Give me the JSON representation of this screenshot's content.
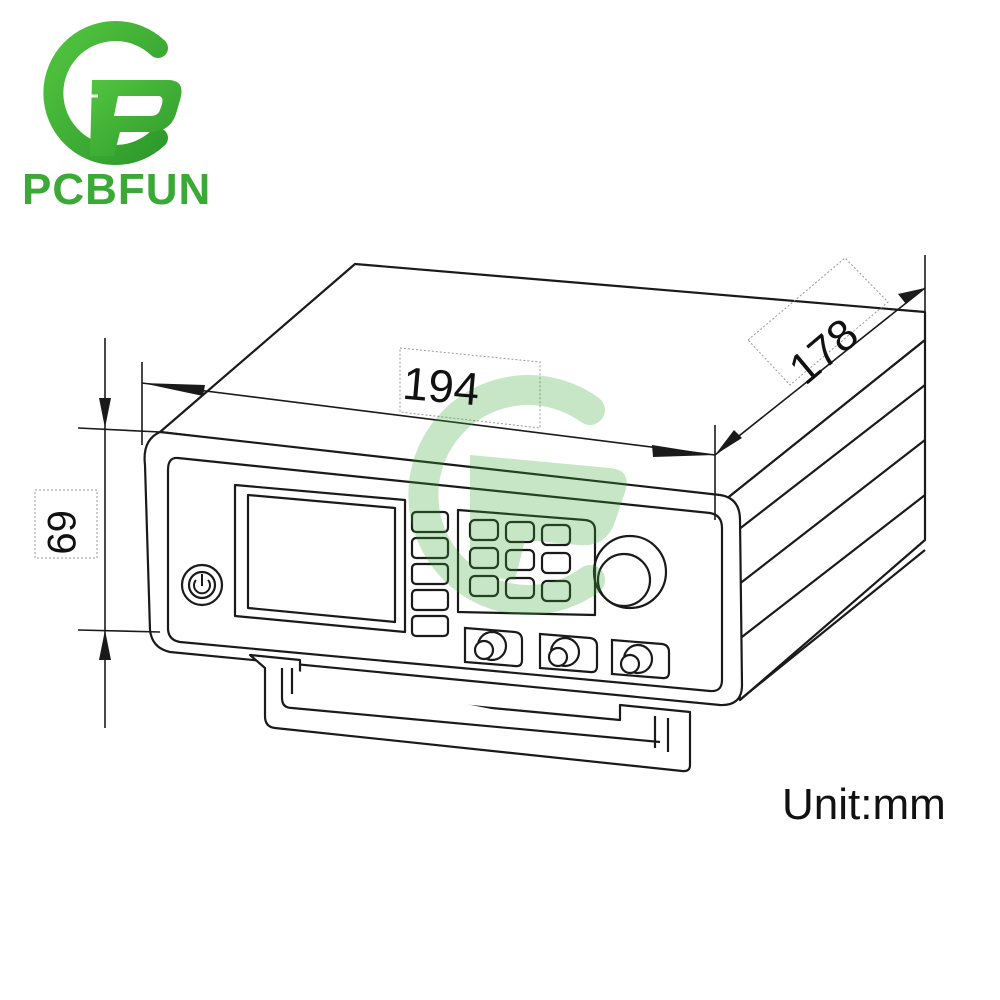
{
  "brand": {
    "name": "PCBFUN",
    "logo_icon": "pcbfun-logo-icon",
    "color": "#3aa935",
    "watermark_color": "#3aa935"
  },
  "dimensions": {
    "width_label": "194",
    "depth_label": "178",
    "height_label": "69"
  },
  "unit": {
    "label": "Unit:mm"
  },
  "device": {
    "line_color": "#1a1a1a",
    "knob_icon": "rotary-knob-icon",
    "power_icon": "power-icon",
    "connector_icon": "bnc-connector-icon"
  }
}
